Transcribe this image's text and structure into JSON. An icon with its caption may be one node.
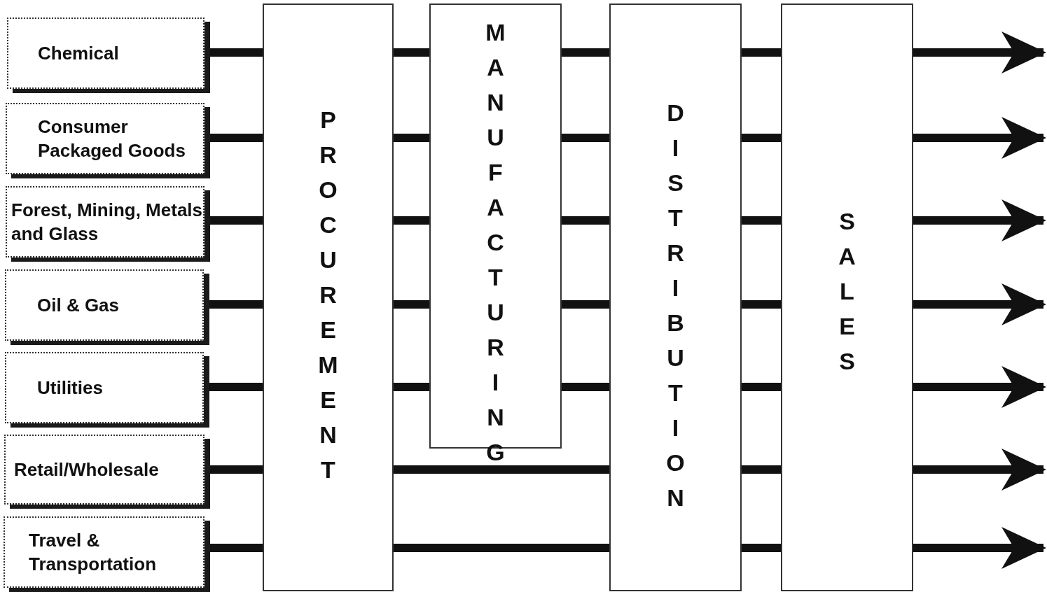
{
  "diagram": {
    "nodes": [
      {
        "text": [
          "Chemical"
        ]
      },
      {
        "text": [
          "Consumer Packaged Goods"
        ]
      },
      {
        "text": [
          "Forest, Mining, Metals and Glass"
        ]
      },
      {
        "text": [
          "Oil & Gas"
        ]
      },
      {
        "text": [
          "Utilities"
        ]
      },
      {
        "text": [
          "Retail/Wholesale"
        ]
      },
      {
        "text": [
          "Travel & Transportation"
        ]
      },
      {
        "text": [
          "PROCUREMENT"
        ]
      },
      {
        "text": [
          "MANUFACTURING"
        ]
      },
      {
        "text": [
          "DISTRIBUTION"
        ]
      },
      {
        "text": [
          "SALES"
        ]
      }
    ],
    "edges": [
      {
        "from": 0,
        "to": 7,
        "arrow": "none"
      },
      {
        "from": 1,
        "to": 7,
        "arrow": "none"
      },
      {
        "from": 2,
        "to": 7,
        "arrow": "none"
      },
      {
        "from": 3,
        "to": 7,
        "arrow": "none"
      },
      {
        "from": 4,
        "to": 7,
        "arrow": "none"
      },
      {
        "from": 5,
        "to": 7,
        "arrow": "none"
      },
      {
        "from": 6,
        "to": 7,
        "arrow": "none"
      },
      {
        "from": 7,
        "to": 8,
        "arrow": "none"
      },
      {
        "from": 7,
        "to": 8,
        "arrow": "none"
      },
      {
        "from": 7,
        "to": 8,
        "arrow": "none"
      },
      {
        "from": 7,
        "to": 8,
        "arrow": "none"
      },
      {
        "from": 7,
        "to": 8,
        "arrow": "none"
      },
      {
        "from": 7,
        "to": 9,
        "arrow": "none"
      },
      {
        "from": 7,
        "to": 9,
        "arrow": "none"
      },
      {
        "from": 8,
        "to": 9,
        "arrow": "none"
      },
      {
        "from": 8,
        "to": 9,
        "arrow": "none"
      },
      {
        "from": 8,
        "to": 9,
        "arrow": "none"
      },
      {
        "from": 8,
        "to": 9,
        "arrow": "none"
      },
      {
        "from": 8,
        "to": 9,
        "arrow": "none"
      },
      {
        "from": 9,
        "to": 10,
        "arrow": "none"
      },
      {
        "from": 9,
        "to": 10,
        "arrow": "none"
      },
      {
        "from": 9,
        "to": 10,
        "arrow": "none"
      },
      {
        "from": 9,
        "to": 10,
        "arrow": "none"
      },
      {
        "from": 9,
        "to": 10,
        "arrow": "none"
      },
      {
        "from": 9,
        "to": 10,
        "arrow": "none"
      },
      {
        "from": 9,
        "to": 10,
        "arrow": "none"
      },
      {
        "from": 10,
        "to": null,
        "arrow": "to"
      },
      {
        "from": 10,
        "to": null,
        "arrow": "to"
      },
      {
        "from": 10,
        "to": null,
        "arrow": "to"
      },
      {
        "from": 10,
        "to": null,
        "arrow": "to"
      },
      {
        "from": 10,
        "to": null,
        "arrow": "to"
      },
      {
        "from": 10,
        "to": null,
        "arrow": "to"
      },
      {
        "from": 10,
        "to": null,
        "arrow": "to"
      }
    ]
  }
}
